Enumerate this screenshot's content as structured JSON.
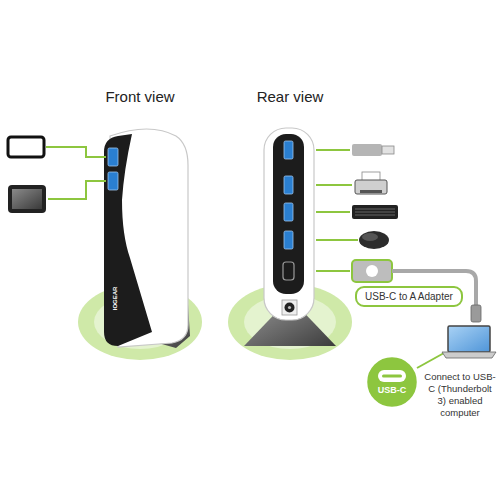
{
  "diagram": {
    "nodes": [
      {
        "text": [
          "USB-C to A Adapter"
        ]
      },
      {
        "text": [
          "USB-C"
        ]
      }
    ],
    "labels": [
      "Front view",
      "Rear view",
      "IOGEAR",
      "Connect to USB-C (Thunderbolt 3) enabled computer"
    ]
  }
}
